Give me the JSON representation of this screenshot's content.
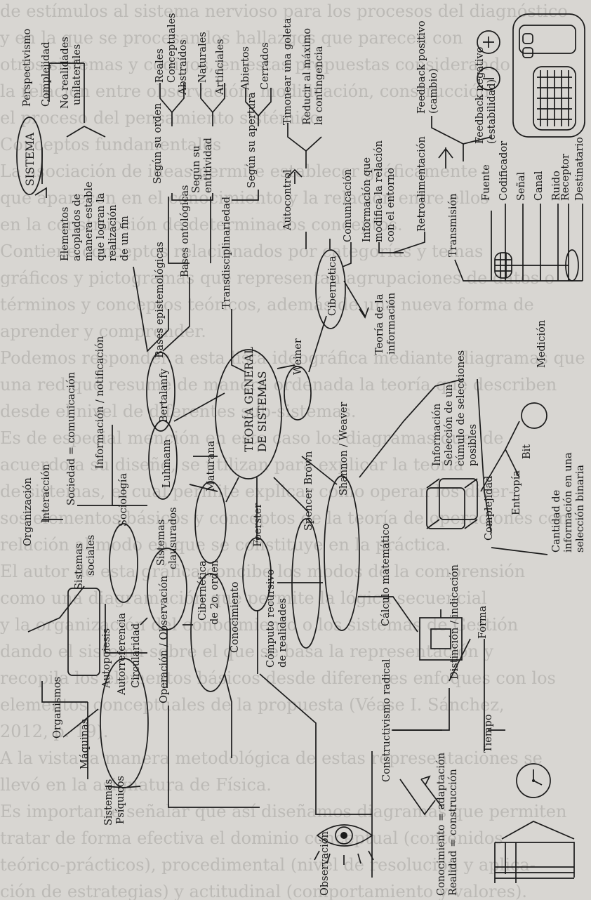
{
  "background_text_lines": [
    "de estímulos al sistema nervioso para los procesos del diagnóstico",
    "y en la que se procesan los hallazgos que parecen con",
    "otros sistemas y códigos, en estas propuestas considerando",
    "la relación entre observación, modificación, construcción",
    "el proceso del pensamiento sistémico",
    "Conceptos fundamentales",
    "La asociación de ideas permite establecer gráficamente",
    "que aparecen en el conocimiento y la relación entre ellos",
    "en la construcción de determinados conceptos.",
    "Contiene conceptos relacionados por categorías y temas",
    "gráficos y pictogramas que representan agrupaciones de datos o",
    "términos y conceptos teóricos, además de una nueva forma de",
    "aprender y comprender.",
    "Podemos responder a esta lista ideográfica mediante diagramas que organizan",
    "una red que resume de manera ordenada la teoría que describen",
    "desde el nivel de diferentes sub-sistemas.",
    "Es de especial mención en este caso los diagramas que, de",
    "acuerdo a su diseño, se utilizan para explicar la teoría",
    "de sistemas, el cual permite explicar cómo operan los diver-",
    "sos elementos básicos y conceptos de la teoría de operaciones con",
    "relación al modo en que se constituye en la práctica.",
    "El autor de esta gráfica concibe los modos de la comprensión",
    "como una diagramación que permite la lógica secuencial",
    "y la organización del conocimiento o los sistemas de Gestión",
    "dando el sistema sobre el que se basa la representación y",
    "recopila los elementos básicos desde diferentes enfoques con los",
    "elementos conceptuales de la propuesta (Véase I. Sánchez,",
    "2012, p. 19).",
    "A la vista la manera metodológica de estas representaciones se",
    "llevó en la asignatura de Física.",
    "Es importante señalar que así diseñamos diagramas que permiten",
    "tratar de forma efectiva el dominio conceptual (contenidos",
    "teórico-prácticos), procedimental (nivel de resolución y aplica-",
    "ción de estrategias) y actitudinal (comportamiento y valores)."
  ],
  "diagram": {
    "labels": [
      "SISTEMA",
      "Elementos",
      "acoplados de",
      "manera estable",
      "que logran la",
      "realización",
      "de un fin",
      "Perspectivismo",
      "Complejidad",
      "No realidades",
      "unilaterales",
      "Bases epistemológicas",
      "Bases ontológicas",
      "Transdisciplinariedad",
      "Según su orden",
      "Reales",
      "Conceptuales",
      "Abstraídos",
      "Según su",
      "entitividad",
      "Naturales",
      "Artificiales",
      "Según su apertura",
      "Abiertos",
      "Cerrados",
      "Autocontrol",
      "Timonear una goleta",
      "Reducir al máximo",
      "la contingencia",
      "Comunicación",
      "Información que",
      "modifica la relación",
      "con el entorno",
      "Retroalimentación",
      "Feedback positivo",
      "(cambio)",
      "Feedback negativo",
      "(estabilidad)",
      "Transmisión",
      "Fuente",
      "Codificador",
      "Señal",
      "Canal",
      "Ruido",
      "Receptor",
      "Destinatario",
      "Cibernética",
      "Teoría de la",
      "información",
      "Bertalanfy",
      "Weiner",
      "Información / notificación",
      "Sociedad = comunicación",
      "Interacción",
      "Organización",
      "TEORÍA GENERAL",
      "DE SISTEMAS",
      "Luhmann",
      "Sociología",
      "Sistemas",
      "sociales",
      "Sistemas",
      "clausurados",
      "Maturana",
      "Foerster",
      "Spencer Brown",
      "Shannon / Weaver",
      "Información",
      "Selección de un",
      "cúmulo de selecciones",
      "posibles",
      "Bit",
      "Medición",
      "Entropía",
      "Cantidad de",
      "información en una",
      "selección binaria",
      "Complejidad",
      "Cálculo matemático",
      "Cibernética",
      "de 2o. orden",
      "Cómputo recursivo",
      "de realidades",
      "Conocimiento",
      "Operación / Observación",
      "Autopoiesis",
      "Autorreferencia",
      "Circularidad",
      "Organismos",
      "Máquinas",
      "Sistemas",
      "Psíquicos",
      "Observación",
      "Conocimiento = adaptación",
      "Realidad = construcción",
      "Constructivismo radical",
      "Distinción / indicación",
      "Forma",
      "Tiempo"
    ]
  }
}
